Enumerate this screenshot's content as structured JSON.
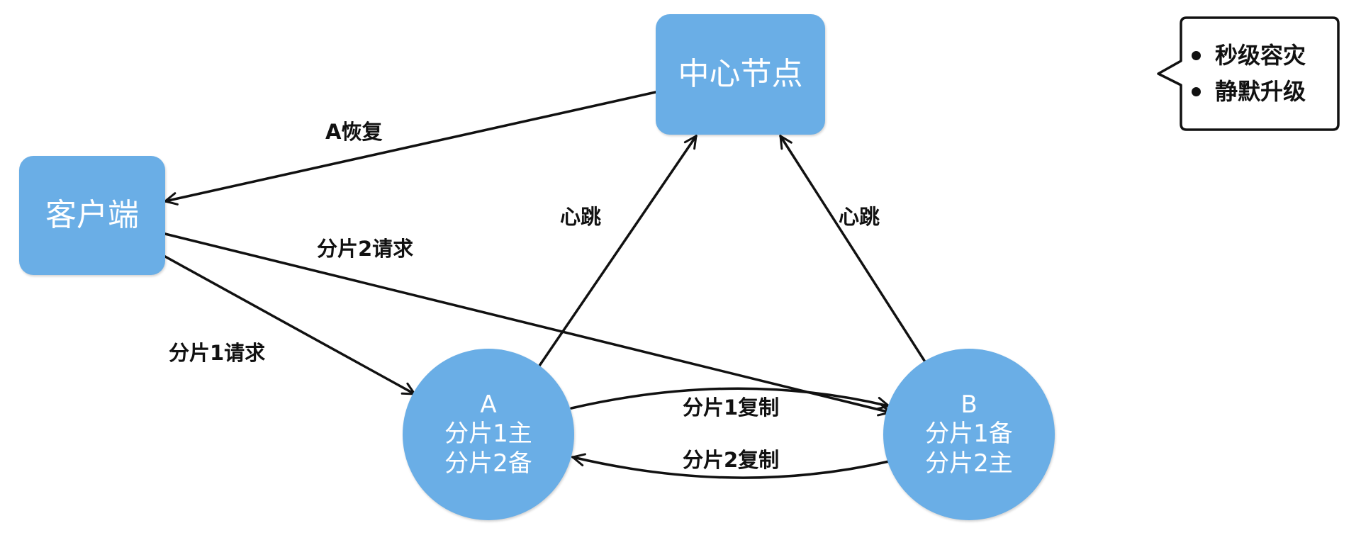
{
  "nodes": {
    "center": {
      "title": "中心节点"
    },
    "client": {
      "title": "客户端"
    },
    "node_a": {
      "lines": [
        "A",
        "分片1主",
        "分片2备"
      ]
    },
    "node_b": {
      "lines": [
        "B",
        "分片1备",
        "分片2主"
      ]
    }
  },
  "edges": {
    "a_recover": "A恢复",
    "heartbeat_a": "心跳",
    "heartbeat_b": "心跳",
    "shard2_request": "分片2请求",
    "shard1_request": "分片1请求",
    "shard1_replicate": "分片1复制",
    "shard2_replicate": "分片2复制"
  },
  "callout": {
    "items": [
      "秒级容灾",
      "静默升级"
    ]
  },
  "colors": {
    "node_fill": "#6aaee6",
    "text_on_node": "#ffffff",
    "stroke": "#111111"
  }
}
